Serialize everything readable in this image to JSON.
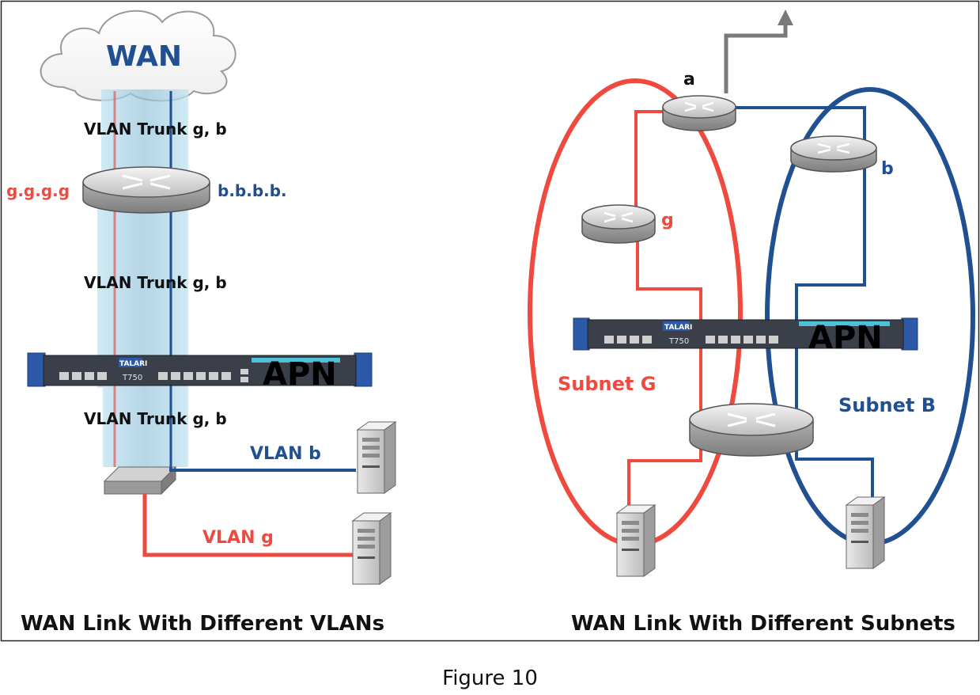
{
  "colors": {
    "red": "#ef4a40",
    "blue": "#204f92",
    "gray_arrow": "#7a7a7a",
    "trunk_fill": "#9fd0e2",
    "chassis": "#3a3f4a",
    "rack_ear": "#2c5aa8"
  },
  "left": {
    "cloud_label": "WAN",
    "trunk_top_label": "VLAN Trunk g, b",
    "router_left_label": "g.g.g.g",
    "router_right_label": "b.b.b.b.",
    "trunk_mid_label": "VLAN Trunk g, b",
    "appliance_brand": "TALARI",
    "appliance_model": "T750",
    "appliance_label": "APN",
    "trunk_bottom_label": "VLAN Trunk g, b",
    "vlan_b_label": "VLAN b",
    "vlan_g_label": "VLAN g",
    "title": "WAN Link With Different VLANs"
  },
  "right": {
    "router_a_label": "a",
    "router_b_label": "b",
    "router_g_label": "g",
    "appliance_brand": "TALARI",
    "appliance_model": "T750",
    "appliance_label": "APN",
    "subnet_g_label": "Subnet G",
    "subnet_b_label": "Subnet B",
    "title": "WAN Link With Different Subnets"
  },
  "figure_caption": "Figure 10"
}
